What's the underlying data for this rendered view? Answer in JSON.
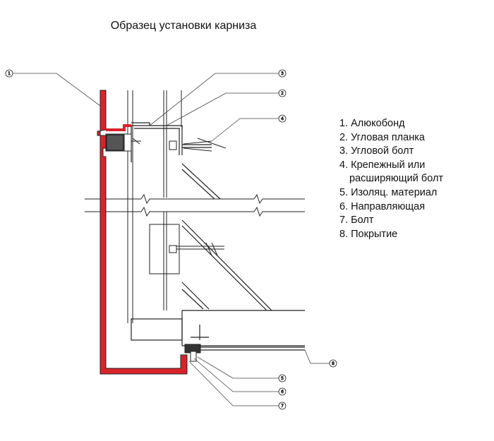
{
  "title": "Образец установки карниза",
  "legend": [
    {
      "line1": "1. Алюкобонд"
    },
    {
      "line1": "2. Угловая планка"
    },
    {
      "line1": "3. Угловой болт"
    },
    {
      "line1": "4. Крепежный или",
      "line2": "расширяющий болт"
    },
    {
      "line1": "5. Изоляц. материал"
    },
    {
      "line1": "6. Направляющая"
    },
    {
      "line1": "7. Болт"
    },
    {
      "line1": "8. Покрытие"
    }
  ],
  "callouts": [
    "1",
    "2",
    "3",
    "4",
    "5",
    "6",
    "7",
    "8"
  ],
  "colors": {
    "panel": "#d9232a",
    "line": "#222222",
    "insulation": "#333333"
  }
}
